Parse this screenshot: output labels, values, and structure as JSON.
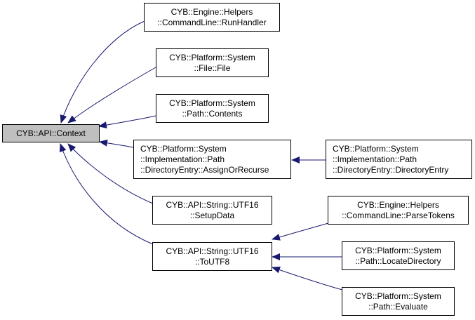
{
  "nodes": {
    "context": {
      "lines": [
        "CYB::API::Context"
      ]
    },
    "runhandler": {
      "lines": [
        "CYB::Engine::Helpers",
        "::CommandLine::RunHandler"
      ]
    },
    "file": {
      "lines": [
        "CYB::Platform::System",
        "::File::File"
      ]
    },
    "contents": {
      "lines": [
        "CYB::Platform::System",
        "::Path::Contents"
      ]
    },
    "assignorrecurse": {
      "lines": [
        "CYB::Platform::System",
        "::Implementation::Path",
        "::DirectoryEntry::AssignOrRecurse"
      ]
    },
    "directoryentry": {
      "lines": [
        "CYB::Platform::System",
        "::Implementation::Path",
        "::DirectoryEntry::DirectoryEntry"
      ]
    },
    "setupdata": {
      "lines": [
        "CYB::API::String::UTF16",
        "::SetupData"
      ]
    },
    "toutf8": {
      "lines": [
        "CYB::API::String::UTF16",
        "::ToUTF8"
      ]
    },
    "parsetokens": {
      "lines": [
        "CYB::Engine::Helpers",
        "::CommandLine::ParseTokens"
      ]
    },
    "locatedirectory": {
      "lines": [
        "CYB::Platform::System",
        "::Path::LocateDirectory"
      ]
    },
    "evaluate": {
      "lines": [
        "CYB::Platform::System",
        "::Path::Evaluate"
      ]
    }
  },
  "colors": {
    "edge": "#191970",
    "root_fill": "#bfbfbf",
    "node_fill": "#ffffff",
    "node_border": "#000000"
  }
}
